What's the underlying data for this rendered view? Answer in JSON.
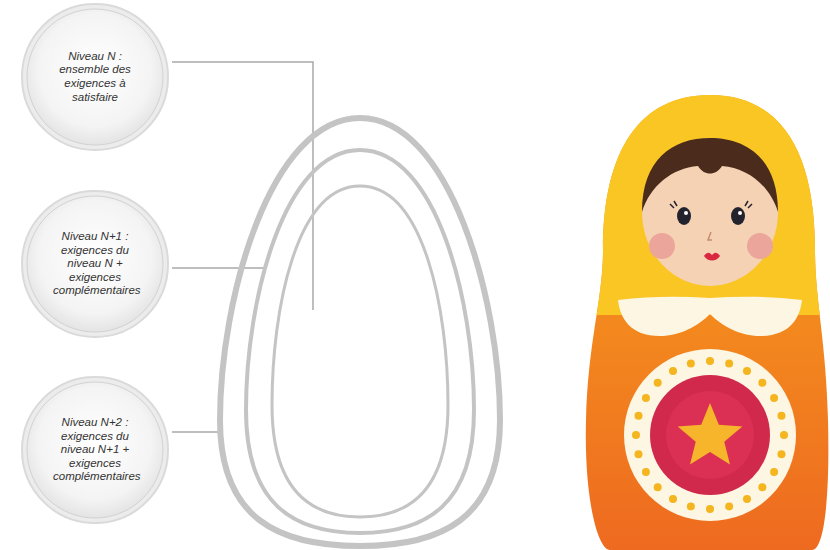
{
  "diagram": {
    "nodes": [
      {
        "text": [
          "Niveau N : ensemble des exigences à satisfaire"
        ]
      },
      {
        "text": [
          "Niveau N+1 : exigences du niveau N + exigences complémentaires"
        ]
      },
      {
        "text": [
          "Niveau N+2 : exigences du niveau N+1 + exigences complémentaires"
        ]
      }
    ]
  }
}
